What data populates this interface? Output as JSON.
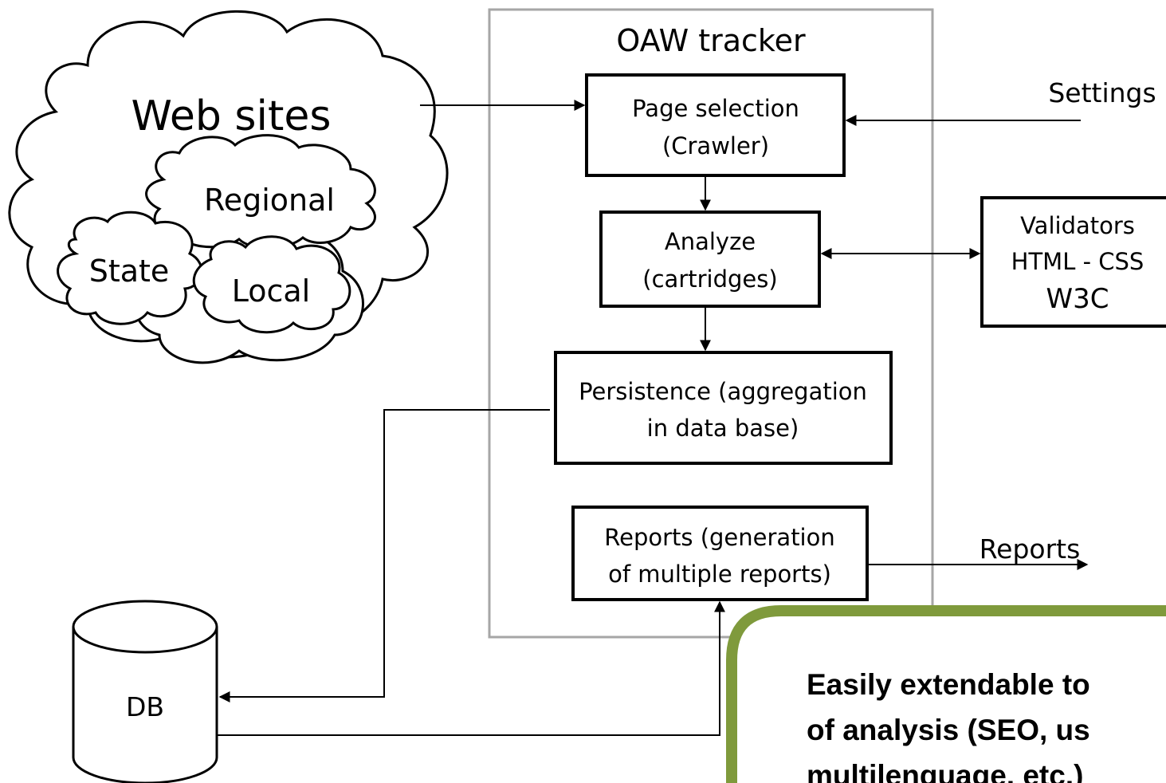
{
  "diagram": {
    "container_title": "OAW tracker",
    "cloud": {
      "title": "Web sites",
      "regional": "Regional",
      "state": "State",
      "local": "Local"
    },
    "boxes": {
      "page_selection": [
        "Page selection",
        "(Crawler)"
      ],
      "analyze": [
        "Analyze",
        "(cartridges)"
      ],
      "persistence": [
        "Persistence (aggregation",
        "in data base)"
      ],
      "reports": [
        "Reports (generation",
        "of multiple reports)"
      ],
      "validators": [
        "Validators",
        "HTML - CSS",
        "W3C"
      ]
    },
    "external_labels": {
      "settings": "Settings",
      "reports_out": "Reports"
    },
    "database": "DB",
    "callout": {
      "lines": [
        "Easily extendable to",
        "of analysis (SEO, us",
        "multilenguage, etc.)"
      ],
      "border_color": "#7f9a3c"
    },
    "colors": {
      "container_border": "#a6a6a6",
      "stroke": "#000000"
    }
  }
}
